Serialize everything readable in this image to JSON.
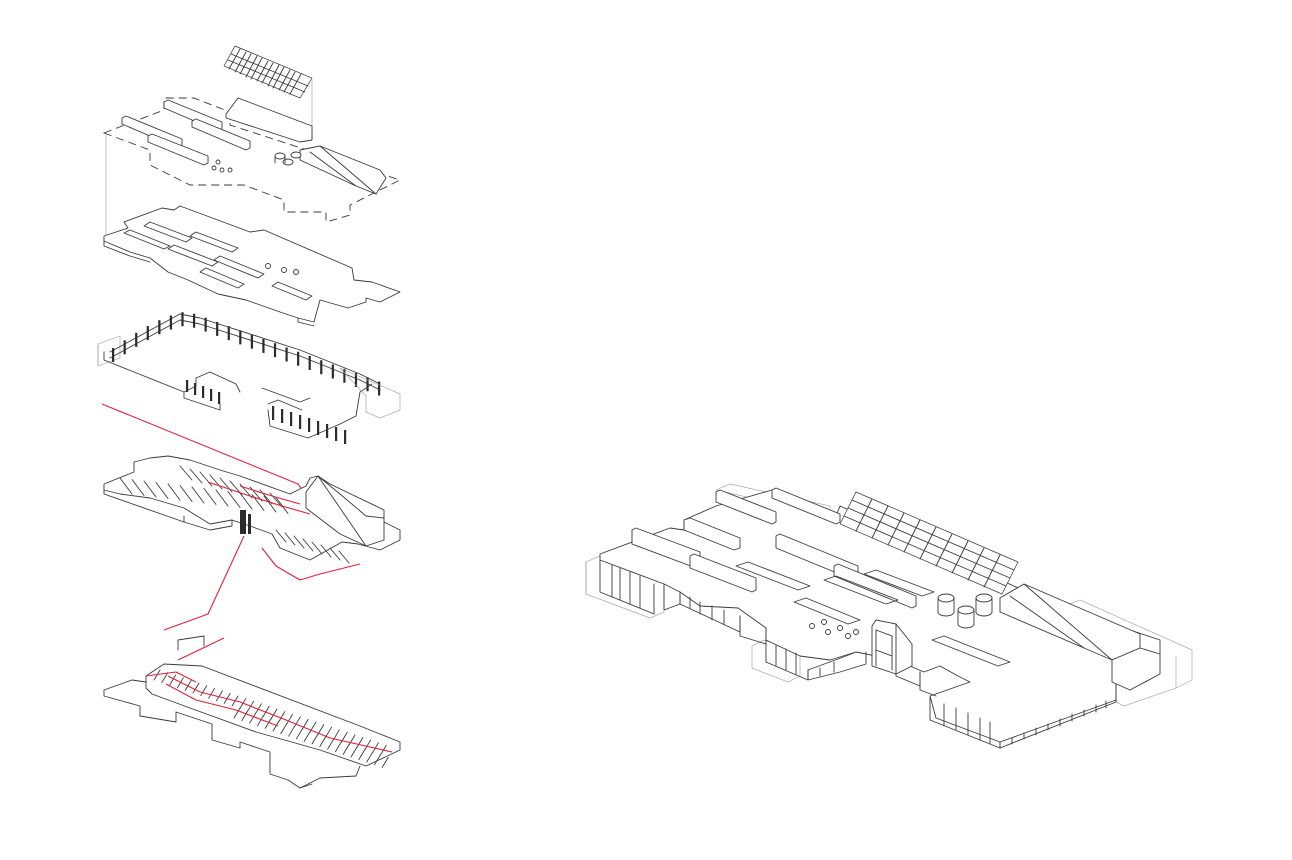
{
  "figure": {
    "exploded_layers": [
      "roof-layer",
      "roof-slab-layer",
      "facade-walls-layer",
      "ground-floor-plan-layer",
      "basement-plan-layer"
    ],
    "assembled_view": "building-axonometric"
  },
  "colors": {
    "line": "#3a3a3a",
    "circulation": "#e0223a",
    "background": "#ffffff"
  }
}
